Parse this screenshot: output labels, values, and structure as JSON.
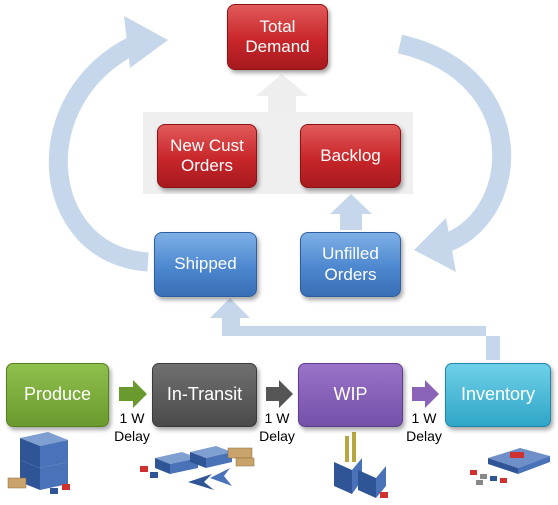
{
  "top": {
    "total_demand": "Total\nDemand",
    "new_cust_orders": "New Cust\nOrders",
    "backlog": "Backlog",
    "shipped": "Shipped",
    "unfilled_orders": "Unfilled\nOrders"
  },
  "stages": {
    "produce": "Produce",
    "in_transit": "In-Transit",
    "wip": "WIP",
    "inventory": "Inventory"
  },
  "delays": [
    {
      "line1": "1 W",
      "line2": "Delay"
    },
    {
      "line1": "1 W",
      "line2": "Delay"
    },
    {
      "line1": "1 W",
      "line2": "Delay"
    }
  ],
  "colors": {
    "red": "#c8262a",
    "blue": "#4c87cf",
    "cycle_arrow": "#c6d7ec",
    "produce": "#6a9a2e",
    "in_transit": "#4a4a4a",
    "wip": "#7450a8",
    "inventory": "#2fa6c8"
  }
}
